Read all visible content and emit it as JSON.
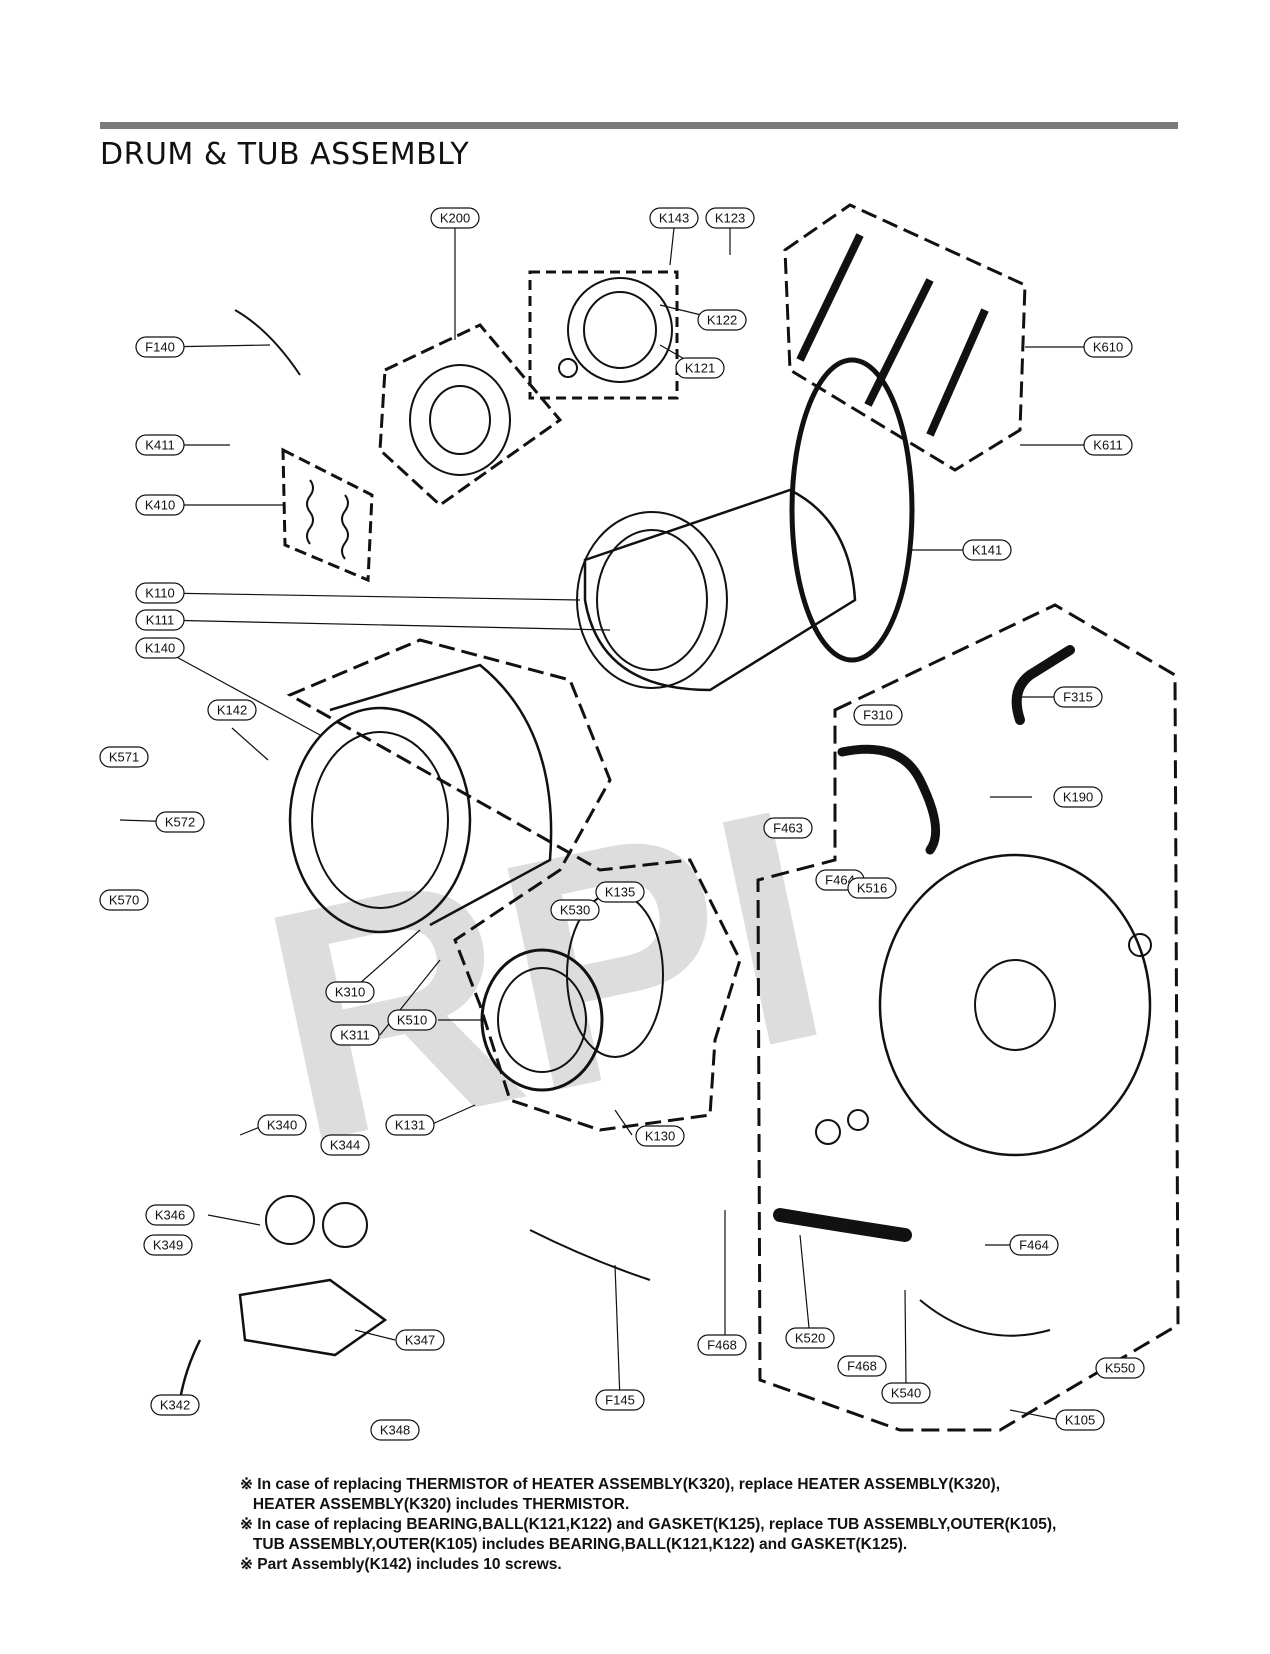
{
  "title": "DRUM & TUB ASSEMBLY",
  "watermark": "RPI",
  "colors": {
    "line": "#111111",
    "watermark": "#d9d9d9",
    "bar": "#7a7a7a"
  },
  "callouts": [
    "K200",
    "K143",
    "K123",
    "K122",
    "K121",
    "F140",
    "K610",
    "K611",
    "K411",
    "K410",
    "K141",
    "K110",
    "K111",
    "K140",
    "K142",
    "K571",
    "K572",
    "K570",
    "F310",
    "F315",
    "K190",
    "F463",
    "F464",
    "K516",
    "K530",
    "K135",
    "K310",
    "K311",
    "K510",
    "K131",
    "K130",
    "K340",
    "K344",
    "K346",
    "K349",
    "K347",
    "K342",
    "K348",
    "F145",
    "F468",
    "K520",
    "F464",
    "F468",
    "K540",
    "K550",
    "K105"
  ],
  "notes": [
    "※ In case of replacing THERMISTOR of HEATER ASSEMBLY(K320), replace HEATER ASSEMBLY(K320),",
    "   HEATER ASSEMBLY(K320) includes THERMISTOR.",
    "※ In case of replacing BEARING,BALL(K121,K122) and GASKET(K125), replace TUB ASSEMBLY,OUTER(K105),",
    "   TUB ASSEMBLY,OUTER(K105) includes BEARING,BALL(K121,K122) and GASKET(K125).",
    "※ Part Assembly(K142) includes 10 screws."
  ]
}
